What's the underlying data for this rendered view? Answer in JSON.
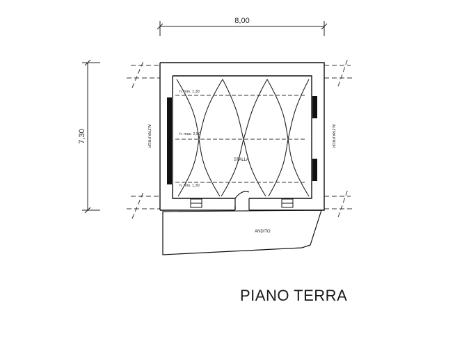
{
  "plan": {
    "width_dim": "8,00",
    "height_dim": "7,30",
    "title": "PIANO TERRA",
    "room_label": "STALLA",
    "yard_label": "ANDITO",
    "left_wall_label": "ALTRA PROP.",
    "right_wall_label": "ALTRA PROP.",
    "height_notes": [
      "h. min. 1,30",
      "h. max. 2,50",
      "h. min. 1,30"
    ]
  }
}
